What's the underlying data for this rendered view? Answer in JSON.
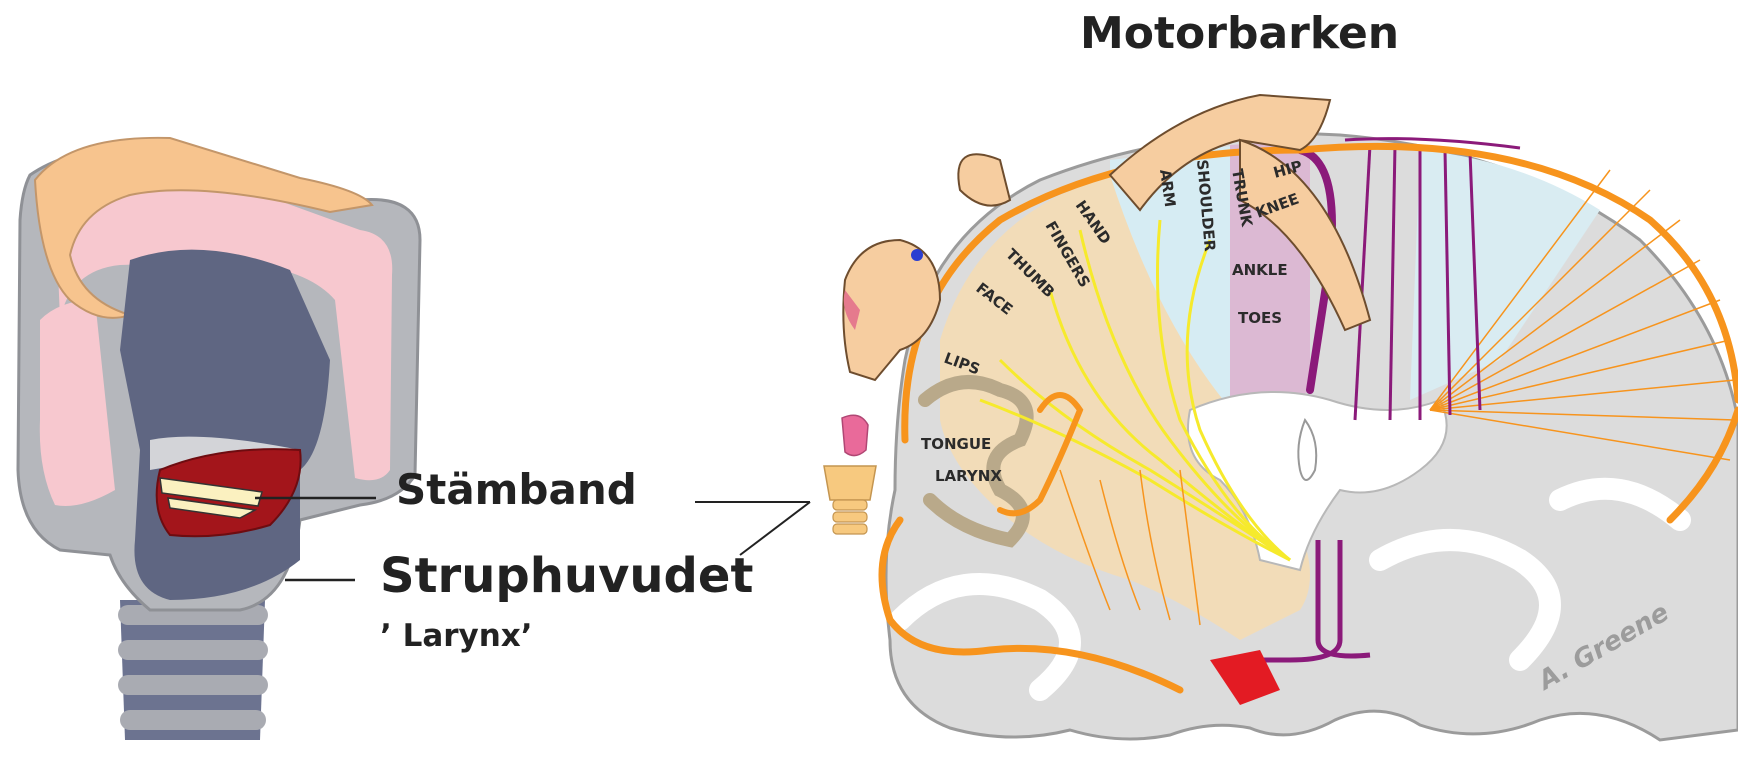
{
  "title": "Motorbarken",
  "labels": {
    "stamband": "Stämband",
    "struphuvudet": "Struphuvudet",
    "larynx_note": "’ Larynx’"
  },
  "homunculus_regions": {
    "hip": "HIP",
    "knee": "KNEE",
    "trunk": "TRUNK",
    "shoulder": "SHOULDER",
    "arm": "ARM",
    "ankle": "ANKLE",
    "toes": "TOES",
    "hand": "HAND",
    "fingers": "FINGERS",
    "thumb": "THUMB",
    "face": "FACE",
    "lips": "LIPS",
    "tongue": "TONGUE",
    "larynx": "LARYNX"
  },
  "signature": "A. Greene",
  "colors": {
    "cortex_orange": "#f7941d",
    "artery_purple": "#8b1a7a",
    "motor_cream": "#f2dcb8",
    "tract_yellow": "#f6ea2c",
    "sensory_blue": "#d6ecf3",
    "leg_violet": "#dcb9d3",
    "larynx_slate": "#5f6682",
    "vocal_red": "#a3151b"
  }
}
